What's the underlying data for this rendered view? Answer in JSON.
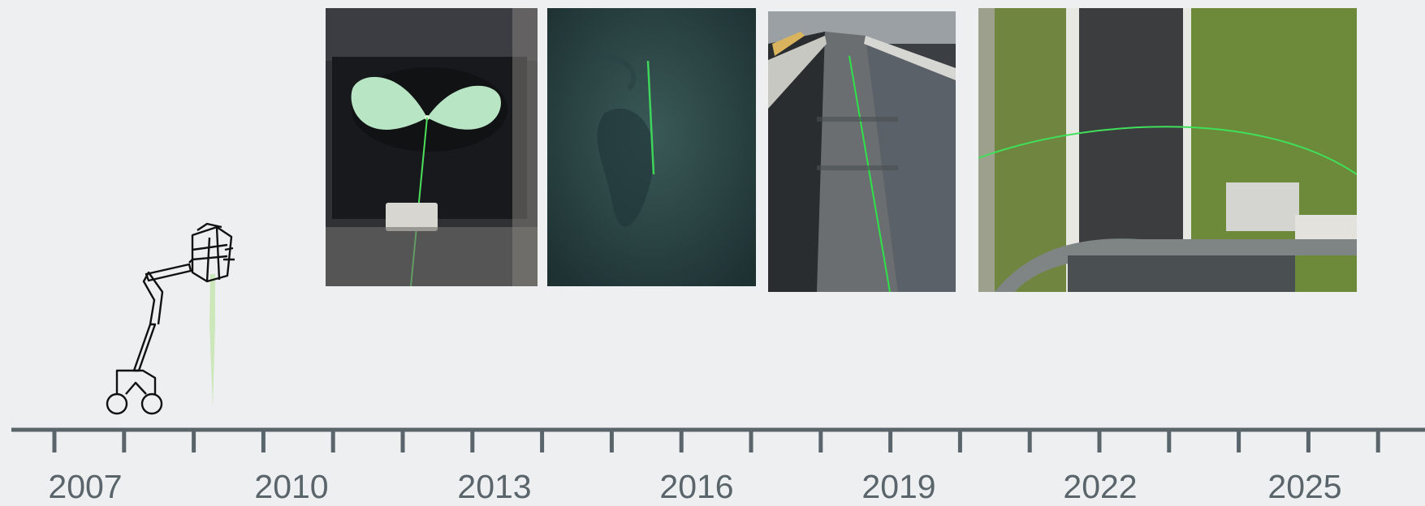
{
  "timeline": {
    "year_labels": [
      "2007",
      "2010",
      "2013",
      "2016",
      "2019",
      "2022",
      "2025"
    ],
    "axis_color": "#59656b",
    "tick_count": 20
  },
  "illustration": {
    "icon": "boom-lift-with-laser-icon",
    "laser_color": "#c8e6b4"
  },
  "photos": [
    {
      "name": "laser-target-photo",
      "icon": "bowtie-target"
    },
    {
      "name": "underwater-laser-photo",
      "icon": "green-laser-beam"
    },
    {
      "name": "flume-channel-photo",
      "icon": "green-laser-beam"
    },
    {
      "name": "field-canal-photo",
      "icon": "green-laser-arc"
    }
  ],
  "colors": {
    "background": "#eeeff0",
    "laser": "#3fd45a"
  }
}
